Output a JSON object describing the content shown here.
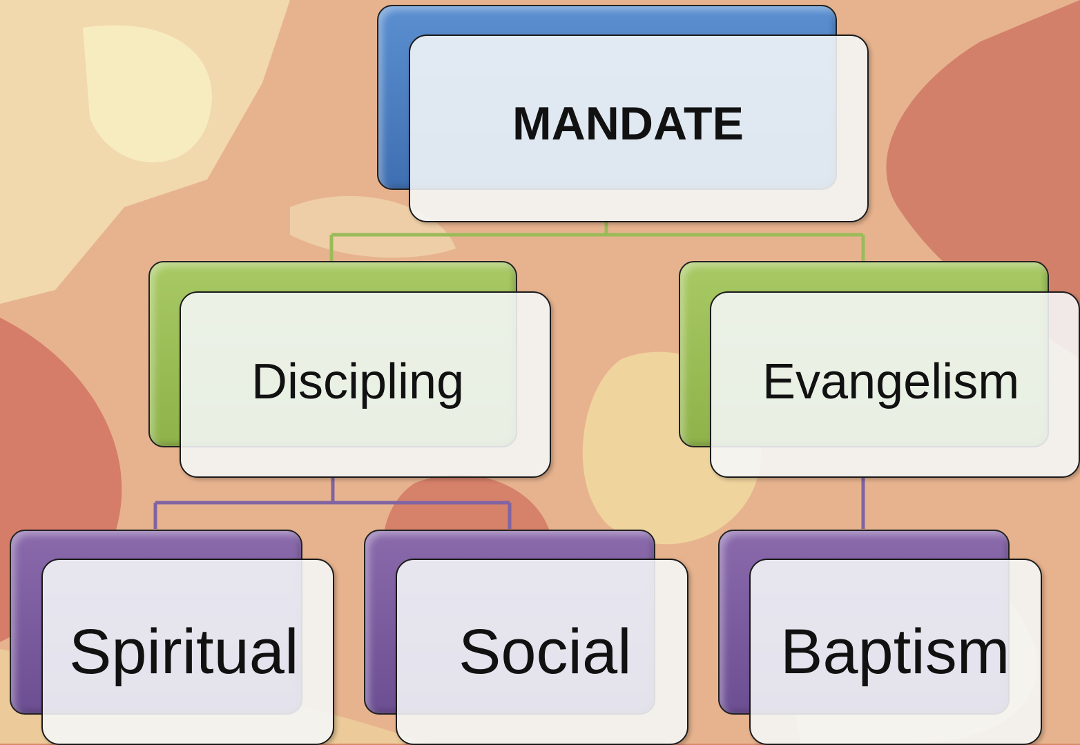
{
  "colors": {
    "root_accent": "#4a7fc1",
    "level2_accent": "#9bbb59",
    "level3_accent": "#8064a2",
    "connector_green": "#9bbb59",
    "connector_purple": "#8064a2"
  },
  "diagram": {
    "root": {
      "label": "MANDATE"
    },
    "level2": [
      {
        "label": "Discipling"
      },
      {
        "label": "Evangelism"
      }
    ],
    "level3": [
      {
        "label": "Spiritual",
        "parent": "Discipling"
      },
      {
        "label": "Social",
        "parent": "Discipling"
      },
      {
        "label": "Baptism",
        "parent": "Evangelism"
      }
    ]
  }
}
